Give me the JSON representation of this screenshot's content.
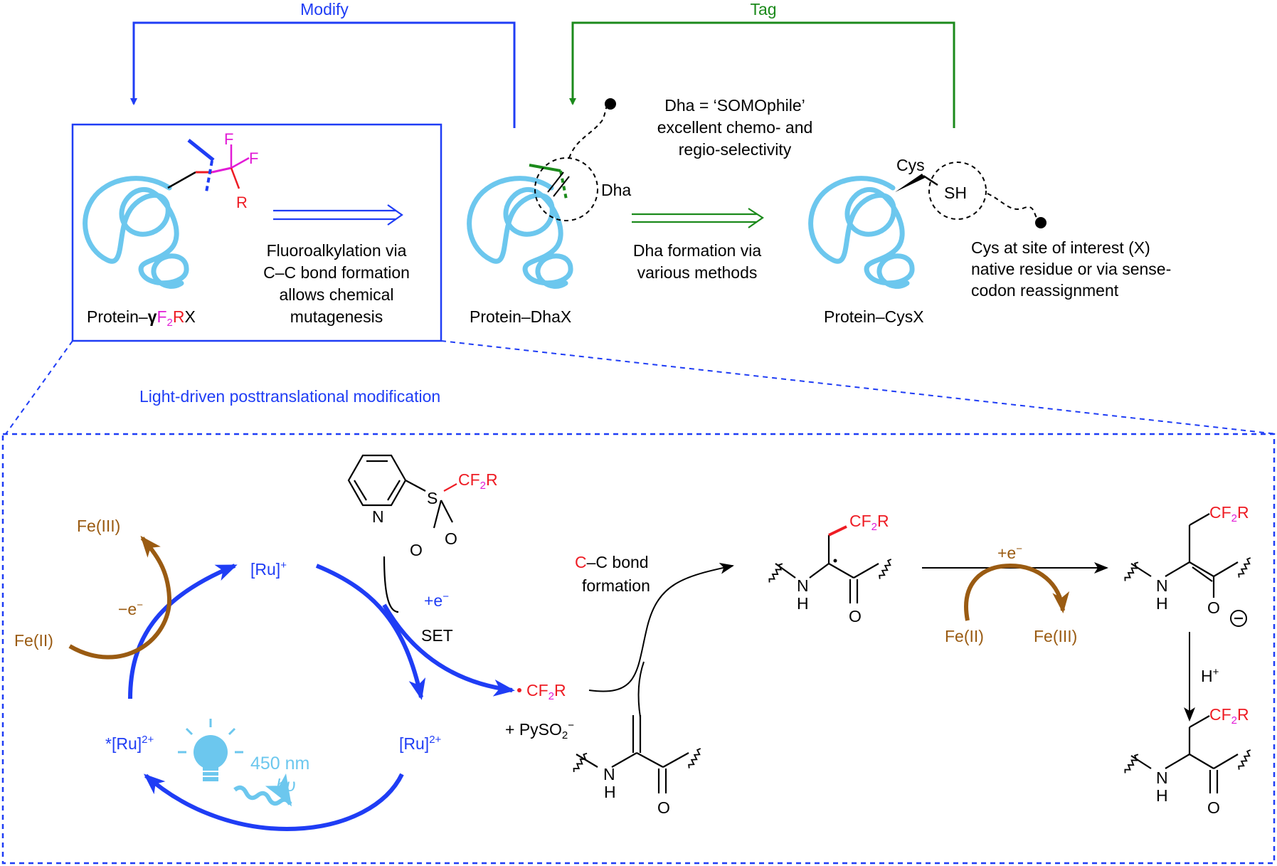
{
  "top": {
    "modify_label": "Modify",
    "tag_label": "Tag",
    "dha_note": [
      "Dha = ‘SOMOphile’",
      "excellent chemo- and",
      "regio-selectivity"
    ],
    "dha_label": "Dha",
    "cys_label": "Cys",
    "sh_label": "SH",
    "fluoro_text": [
      "Fluoroalkylation via",
      "C–C bond formation",
      "allows chemical",
      "mutagenesis"
    ],
    "dha_formation_text": [
      "Dha formation via",
      "various methods"
    ],
    "cys_text": [
      "Cys at site of interest (X)",
      "native residue or via sense-",
      "codon reassignment"
    ],
    "protein_gamma": {
      "prefix": "Protein–",
      "gamma": "γ",
      "f2": "F",
      "sub2": "2",
      "r": "R",
      "x": "X"
    },
    "protein_dha": "Protein–DhaX",
    "protein_cys": "Protein–CysX",
    "f_label": "F",
    "r_label": "R"
  },
  "section_title": "Light-driven posttranslational modification",
  "cycle": {
    "ru_plus": "[Ru]",
    "ru_plus_sup": "+",
    "ru_star": "*[Ru]",
    "ru_star_sup": "2+",
    "ru_2plus": "[Ru]",
    "ru_2plus_sup": "2+",
    "fe3": "Fe(III)",
    "fe2": "Fe(II)",
    "minus_e": "−e",
    "plus_e": "+e",
    "set": "SET",
    "wavelength": "450 nm",
    "hv": "hυ"
  },
  "reagent": {
    "s": "S",
    "cf2r": "CF",
    "sub2": "2",
    "r": "R",
    "o": "O",
    "n": "N"
  },
  "radical": {
    "label": "CF",
    "sub2": "2",
    "r": "R",
    "byproduct": "+ PySO",
    "byproduct_sub": "2",
    "byproduct_sup": "−"
  },
  "cc_bond": {
    "c": "C",
    "rest": "–C bond",
    "line2": "formation"
  },
  "intermediates": {
    "n": "N",
    "h": "H",
    "o": "O",
    "cf2r": "CF",
    "sub2": "2",
    "r": "R",
    "plus_e": "+e",
    "fe2": "Fe(II)",
    "fe3": "Fe(III)",
    "h_plus": "H",
    "h_plus_sup": "+"
  },
  "colors": {
    "blue": "#1f3df5",
    "green": "#1b8a1b",
    "brown": "#9a5b12",
    "red": "#ee1c24",
    "magenta": "#e21bd6",
    "light_blue": "#6cc7ee"
  }
}
